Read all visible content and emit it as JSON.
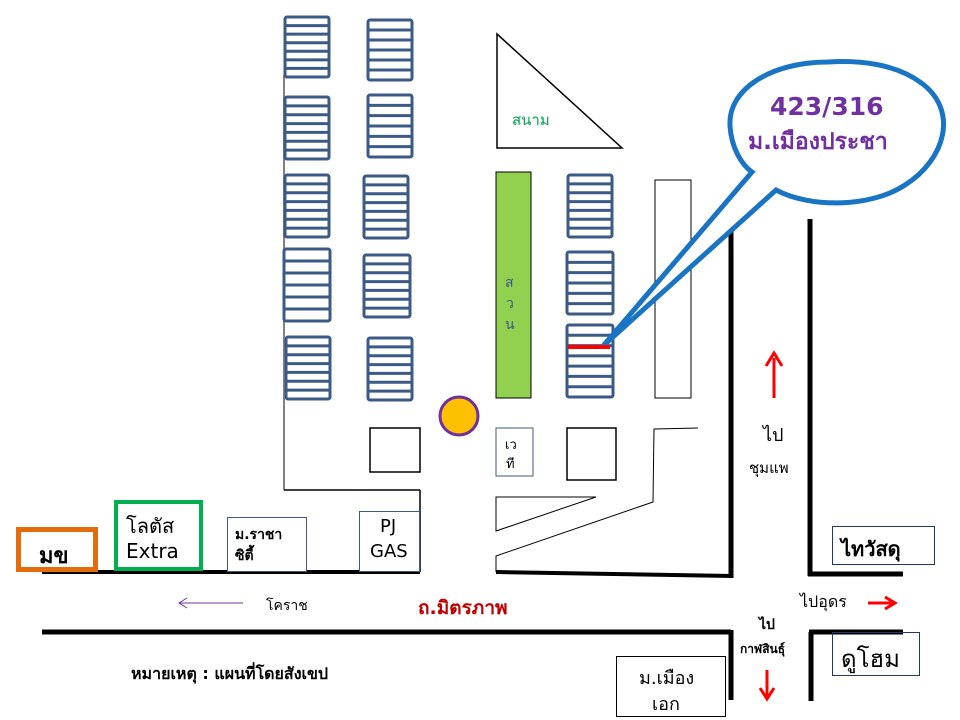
{
  "map": {
    "callout": {
      "address_number": "423/316",
      "address_village": "ม.เมืองประชา",
      "text_color": "#7030A0",
      "outline_color": "#1A74C4"
    },
    "areas": {
      "field_label": "สนาม",
      "park_label_chars": [
        "ส",
        "ว",
        "น"
      ],
      "stage_label_chars": [
        "เว",
        "ที"
      ]
    },
    "landmarks": {
      "mk": "มข",
      "lotus_line1": "โลตัส",
      "lotus_line2": "Extra",
      "rachacity_line1": "ม.ราชา",
      "rachacity_line2": "ซิตี้",
      "pj_line1": "PJ",
      "pj_line2": "GAS",
      "thaiwatsadu": "ไทวัสดุ",
      "dohome": "ดูโฮม",
      "muangek_line1": "ม.เมือง",
      "muangek_line2": "เอก"
    },
    "roads": {
      "main_road": "ถ.มิตรภาพ",
      "to_korat": "โคราช",
      "to_chumphae_line1": "ไป",
      "to_chumphae_line2": "ชุมแพ",
      "to_udon": "ไปอุดร",
      "to_kalasin_line1": "ไป",
      "to_kalasin_line2": "กาฬสินธุ์"
    },
    "note": "หมายเหตุ : แผนที่โดยสังเขป",
    "colors": {
      "house_block": "#3C5A86",
      "park_green": "#92D050",
      "field_text": "#00A650",
      "target_marker": "#FF0000",
      "main_road_text": "#C00000",
      "direction_arrow": "#FF0000",
      "mk_border": "#E46C0A",
      "lotus_border": "#00B050",
      "sun_fill": "#FFC000",
      "sun_border": "#7030A0",
      "korat_arrow": "#7030A0"
    }
  }
}
